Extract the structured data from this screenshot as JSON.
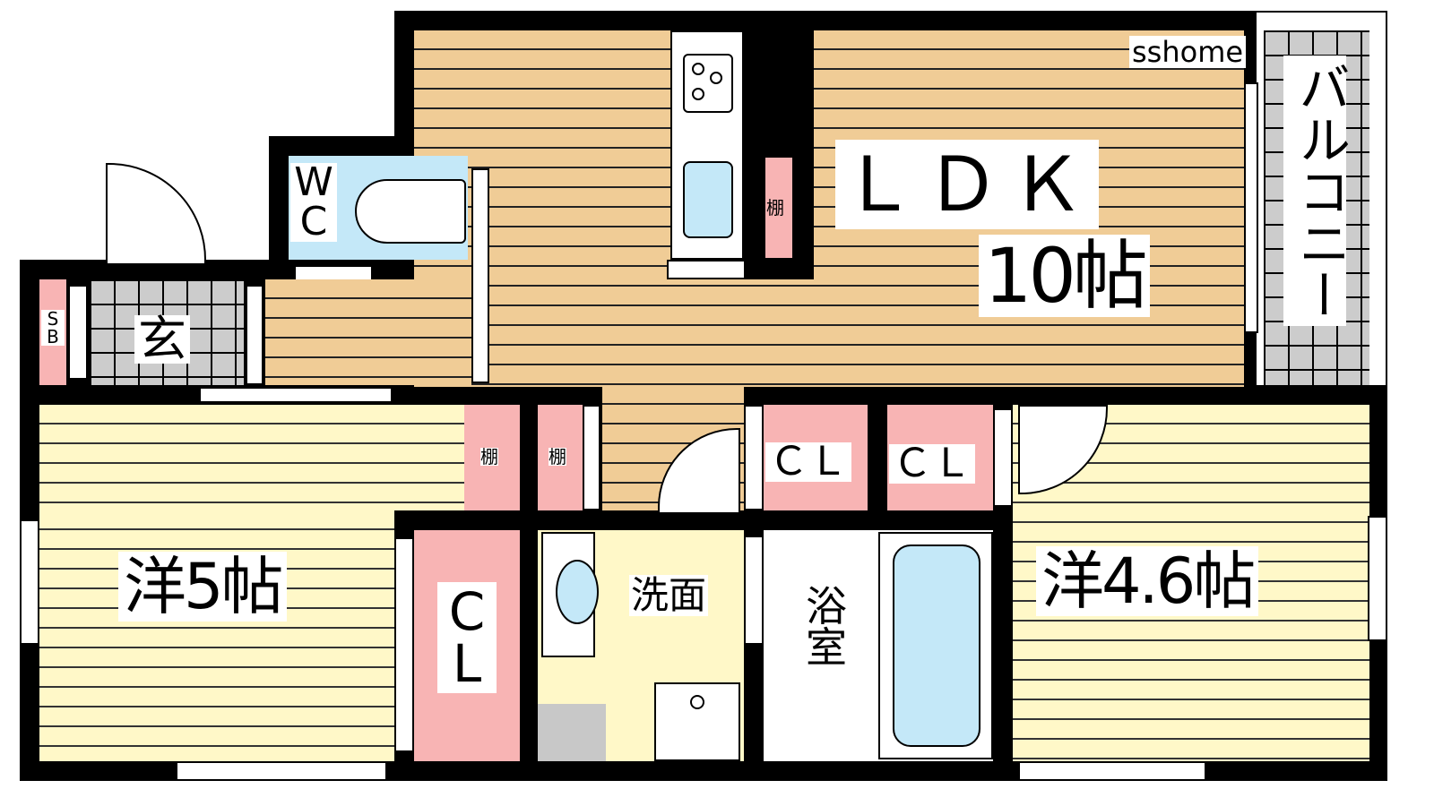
{
  "watermark": "sshome",
  "rooms": {
    "ldk": {
      "name": "ＬＤＫ",
      "size": "10帖"
    },
    "balcony": "バルコニー",
    "wc": {
      "line1": "W",
      "line2": "C"
    },
    "entrance": "玄",
    "shoe_box": {
      "line1": "S",
      "line2": "B"
    },
    "shelf_label": "棚",
    "closet_label": "ＣＬ",
    "closet_vertical": {
      "line1": "C",
      "line2": "L"
    },
    "western_5": "洋5帖",
    "western_46": "洋4.6帖",
    "washroom": "洗面",
    "bathroom": {
      "line1": "浴",
      "line2": "室"
    }
  },
  "colors": {
    "wood": "#f0cc96",
    "yellow": "#fff8c8",
    "pink": "#f8b4b4",
    "blue": "#c4e8f8",
    "gray": "#cccccc"
  }
}
